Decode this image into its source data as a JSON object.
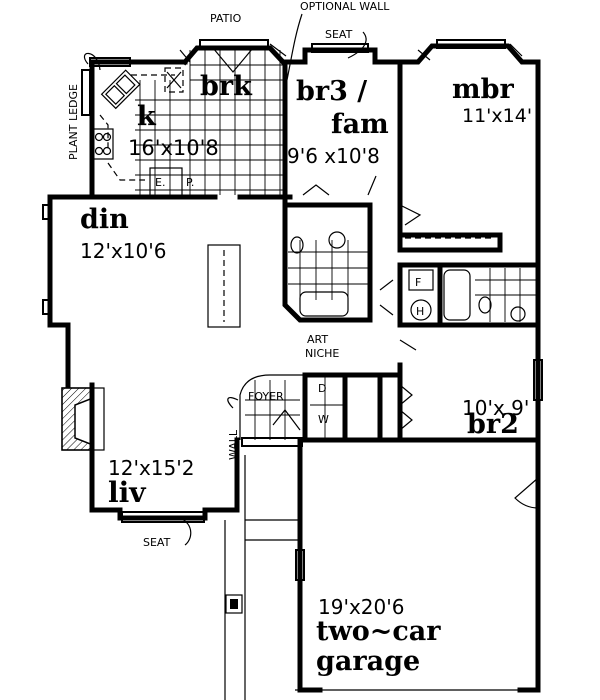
{
  "plan": {
    "title": "Floor Plan",
    "colors": {
      "ink": "#000000",
      "paper": "#ffffff"
    }
  },
  "rooms": {
    "kitchen": {
      "name": "k",
      "dims": "16'x10'8"
    },
    "breakfast": {
      "name": "brk"
    },
    "bedroom3": {
      "name_line1": "br3 /",
      "name_line2": "fam",
      "dims": "9'6 x10'8"
    },
    "master": {
      "name": "mbr",
      "dims": "11'x14'"
    },
    "dining": {
      "name": "din",
      "dims": "12'x10'6"
    },
    "living": {
      "name": "liv",
      "dims": "12'x15'2"
    },
    "bedroom2": {
      "name": "br2",
      "dims": "10'x 9'"
    },
    "garage": {
      "name_line1": "two~car",
      "name_line2": "garage",
      "dims": "19'x20'6"
    },
    "foyer": {
      "name": "FOYER"
    }
  },
  "notes": {
    "patio": "PATIO",
    "optional_wall": "OPTIONAL WALL",
    "seat_top": "SEAT",
    "seat_bottom": "SEAT",
    "plant_ledge": "PLANT LEDGE",
    "art_niche_1": "ART",
    "art_niche_2": "NICHE",
    "wall": "WALL"
  },
  "fixtures": {
    "freezer": "F",
    "heater": "H",
    "dryer": "D",
    "washer": "W",
    "kitchen_e": "E.",
    "kitchen_p": "P."
  }
}
